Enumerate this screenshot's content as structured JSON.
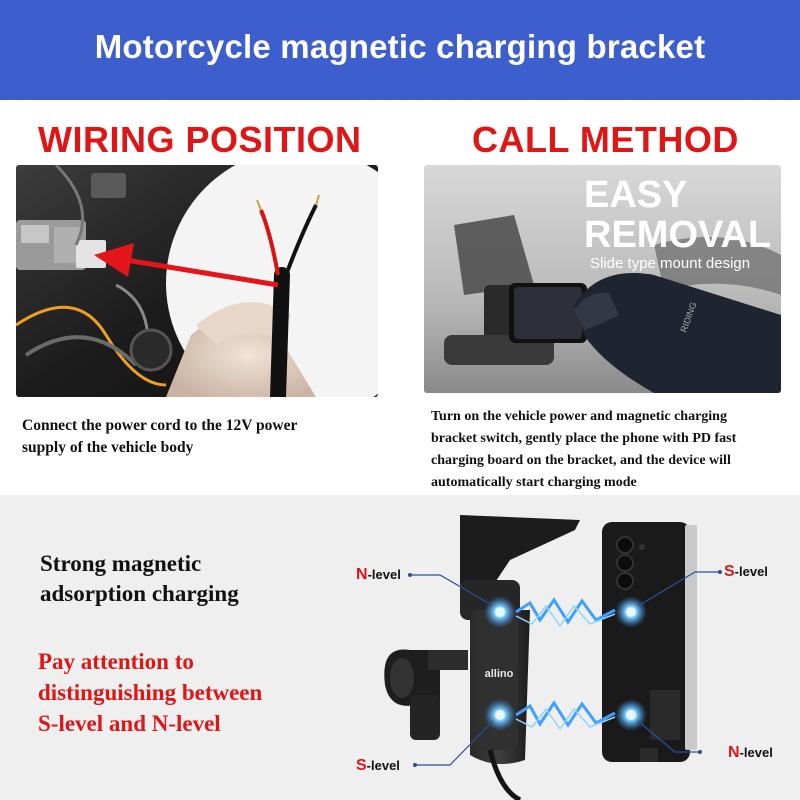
{
  "header": {
    "title": "Motorcycle magnetic charging bracket"
  },
  "wiring": {
    "title": "WIRING POSITION",
    "caption_line1": "Connect the power cord to the 12V power",
    "caption_line2": "supply of the vehicle body"
  },
  "call": {
    "title": "CALL METHOD",
    "photo_heading_line1": "EASY",
    "photo_heading_line2": "REMOVAL",
    "photo_subtitle": "Slide type mount design",
    "caption_line1": "Turn on the vehicle power and magnetic charging",
    "caption_line2": "bracket switch, gently place the phone with PD fast",
    "caption_line3": "charging board on the bracket, and the device will",
    "caption_line4": "automatically start charging mode"
  },
  "magnet": {
    "strong_line1": "Strong magnetic",
    "strong_line2": "adsorption charging",
    "attention_line1": "Pay attention to",
    "attention_line2": "distinguishing between",
    "attention_line3": "S-level and N-level",
    "brand": "allino",
    "glove_brand": "RIDING",
    "labels": {
      "n_top_left": {
        "letter": "N",
        "text": "-level"
      },
      "s_top_right": {
        "letter": "S",
        "text": "-level"
      },
      "n_bottom_right": {
        "letter": "N",
        "text": "-level"
      },
      "s_bottom_left": {
        "letter": "S",
        "text": "-level"
      }
    }
  },
  "colors": {
    "banner": "#3d5fce",
    "accent_red": "#e01515",
    "magnet_blue": "#2f8cf0",
    "lower_bg": "#efefef"
  }
}
